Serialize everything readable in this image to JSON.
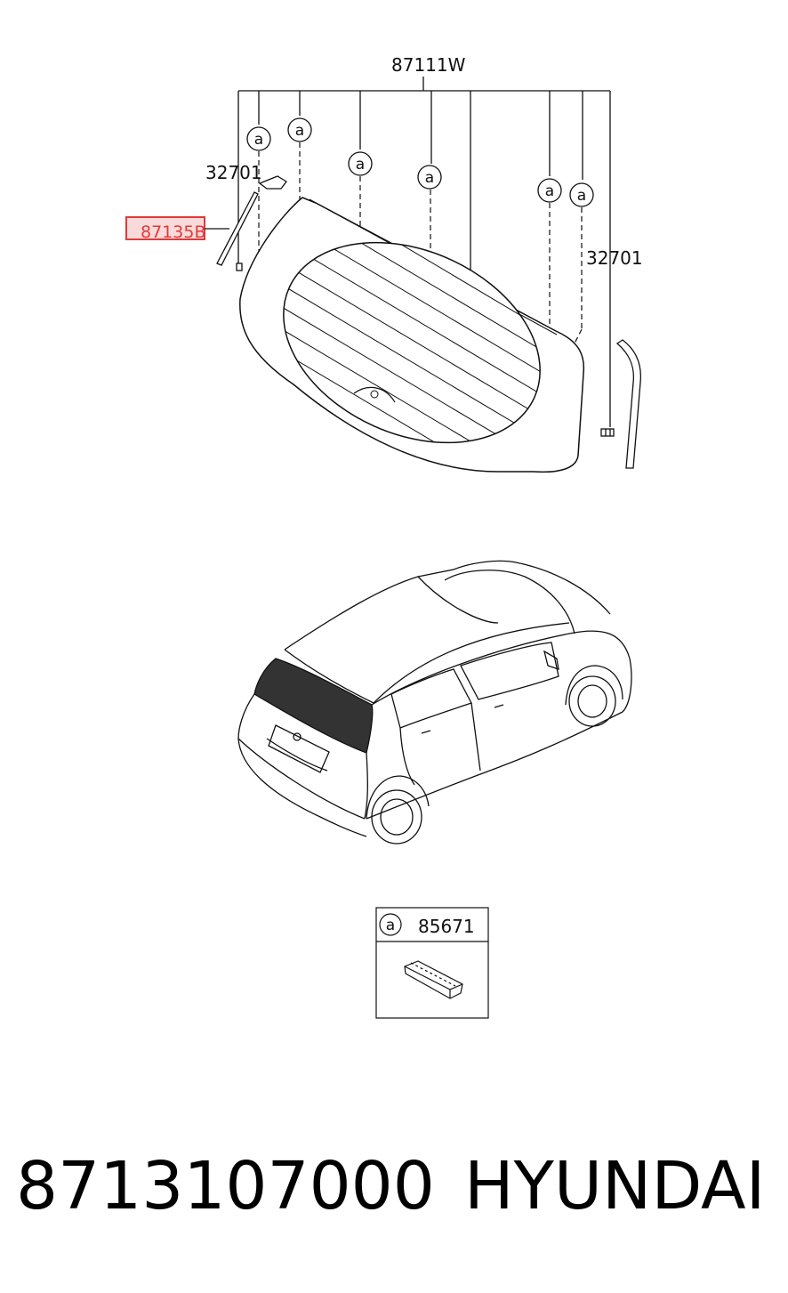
{
  "labels": {
    "glass_assy": "87111W",
    "molding_left": "32701",
    "molding_right": "32701",
    "highlighted_part": "87135B"
  },
  "callout_letter": "a",
  "legend": {
    "letter": "a",
    "part_no": "85671"
  },
  "footer": {
    "part_number": "8713107000",
    "brand": "HYUNDAI"
  },
  "colors": {
    "highlight": "#e03a3a",
    "highlight_fill": "#f9dada",
    "line": "#111111"
  }
}
